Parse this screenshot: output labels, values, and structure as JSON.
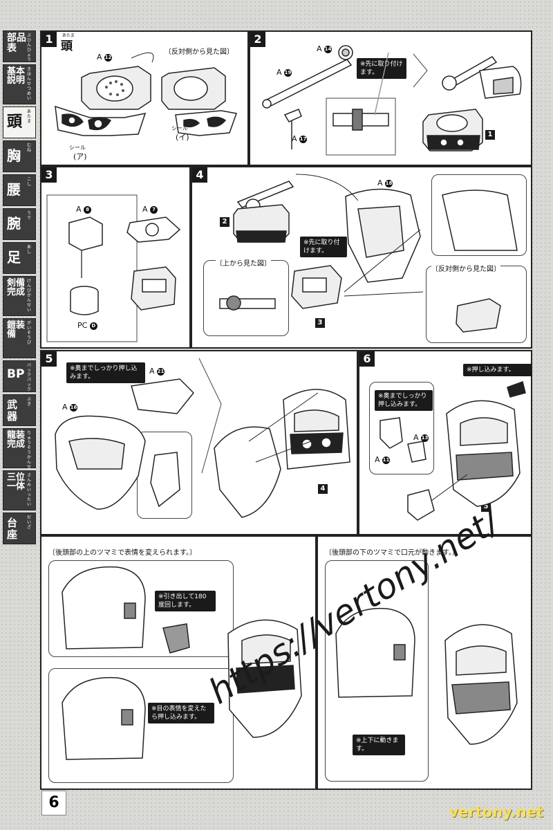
{
  "page_number": "6",
  "watermarks": {
    "main": "https://vertony.net/",
    "corner": "vertony.net"
  },
  "sidebar": {
    "items": [
      {
        "label": "部品表",
        "furi": "ぶひんひょう"
      },
      {
        "label": "基本説明",
        "furi": "きほんせつめい"
      },
      {
        "label": "頭",
        "furi": "あたま"
      },
      {
        "label": "胸",
        "furi": "むね"
      },
      {
        "label": "腰",
        "furi": "こし"
      },
      {
        "label": "腕",
        "furi": "うで"
      },
      {
        "label": "足",
        "furi": "あし"
      },
      {
        "label": "剣備完成",
        "furi": "けんびかんせい"
      },
      {
        "label": "鎧装備",
        "furi": "がいそうび"
      },
      {
        "label": "BP",
        "furi": "バックパック"
      },
      {
        "label": "武器",
        "furi": "ぶき"
      },
      {
        "label": "龍装完成",
        "furi": "りゅうそうかんせい"
      },
      {
        "label": "三位一体",
        "furi": "さんみいったい"
      },
      {
        "label": "台座",
        "furi": "だいざ"
      }
    ]
  },
  "steps": {
    "s1": {
      "num": "1",
      "title": "頭",
      "title_furi": "あたま",
      "part_a12": "A",
      "n12": "12",
      "view_opposite": "〔反対側から見た図〕",
      "seal_label": "シール",
      "seal_a": "ア",
      "seal_i": "イ"
    },
    "s2": {
      "num": "2",
      "a14": "A",
      "n14": "14",
      "a19": "A",
      "n19": "19",
      "a17": "A",
      "n17": "17",
      "note": "※先に取り付けます。",
      "ref": "1"
    },
    "s3": {
      "num": "3",
      "a8": "A",
      "n8": "8",
      "a7": "A",
      "n7": "7",
      "pc": "PC",
      "pcd": "D"
    },
    "s4": {
      "num": "4",
      "a18": "A",
      "n18": "18",
      "view_top": "〔上から見た図〕",
      "note": "※先に取り付けます。",
      "view_opposite": "〔反対側から見た図〕",
      "ref2": "2",
      "ref3": "3"
    },
    "s5": {
      "num": "5",
      "a21": "A",
      "n21": "21",
      "a16": "A",
      "n16": "16",
      "note": "※奥までしっかり押し込みます。",
      "ref4": "4"
    },
    "s6": {
      "num": "6",
      "a13": "A",
      "n13": "13",
      "a11": "A",
      "n11": "11",
      "note_push": "※押し込みます。",
      "note_deep": "※奥までしっかり押し込みます。",
      "ref5": "5"
    },
    "g1": {
      "heading": "〔後頭部の上のツマミで表情を変えられます。〕",
      "note_pull": "※引き出して180度回します。",
      "note_change": "※目の表情を変えたら押し込みます。"
    },
    "g2": {
      "heading": "〔後頭部の下のツマミで口元が動きます。〕",
      "note_move": "※上下に動きます。"
    }
  }
}
